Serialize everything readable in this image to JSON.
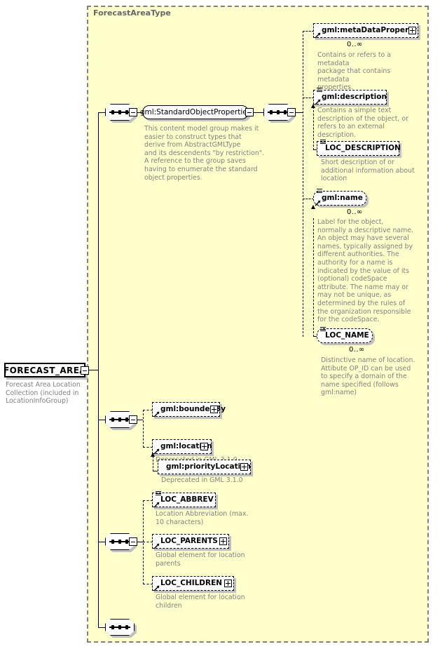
{
  "diagram": {
    "kind": "xml-schema-element-diagram",
    "root_element": {
      "name": "FORECAST_AREA",
      "annotation": "Forecast Area Location\nCollection (included in\nLocationInfoGroup)"
    },
    "type_container": {
      "title": "ForecastAreaType"
    },
    "colors": {
      "type_background": "#ffffcc",
      "type_border": "#808080",
      "box_fill": "#ffffff",
      "box_border": "#000000",
      "shadow": "#c0c0c0",
      "annotation_text": "#808080",
      "title_text": "#666666"
    },
    "nodes": {
      "sequence_1": {
        "icon": "sequence-compositor",
        "cardinality": ""
      },
      "sequence_2": {
        "icon": "sequence-compositor",
        "cardinality": ""
      },
      "sequence_3": {
        "icon": "sequence-compositor",
        "cardinality": ""
      },
      "sequence_4": {
        "icon": "sequence-compositor",
        "cardinality": ""
      },
      "sequence_5": {
        "icon": "sequence-compositor",
        "cardinality": ""
      }
    },
    "group_ref": {
      "label": "gml:StandardObjectProperties",
      "annotation": "This content model group makes it\neasier to construct types that\n     derive from AbstractGMLType\nand its descendents \"by restriction\".\n     A reference to the group saves\nhaving to enumerate the standard\nobject properties."
    },
    "elements": [
      {
        "id": "metaDataProperty",
        "label": "gml:metaDataProperty",
        "cardinality": "0..∞",
        "annotation": "Contains or refers to a metadata\npackage that contains metadata\nproperties.",
        "has_expand": true,
        "has_attr_mark": false,
        "is_ref": true
      },
      {
        "id": "description",
        "label": "gml:description",
        "cardinality": "",
        "annotation": "Contains a simple text\ndescription of the object, or\nrefers to an external\ndescription.",
        "has_expand": false,
        "has_attr_mark": true,
        "is_ref": true
      },
      {
        "id": "loc_description",
        "label": "LOC_DESCRIPTION",
        "cardinality": "",
        "annotation": "Short description of or\nadditional information about\nlocation",
        "has_expand": false,
        "has_attr_mark": true,
        "is_ref": false
      },
      {
        "id": "name",
        "label": "gml:name",
        "cardinality": "0..∞",
        "annotation": "Label for the object,\nnormally a descriptive name.\nAn object may have several\nnames, typically assigned by\ndifferent authorities.  The\nauthority for a name is\nindicated by the value of its\n(optional) codeSpace\nattribute.  The name may or\nmay not be unique, as\ndetermined by the rules of\nthe organization responsible\nfor the codeSpace.",
        "has_expand": false,
        "has_attr_mark": true,
        "is_ref": true
      },
      {
        "id": "loc_name",
        "label": "LOC_NAME",
        "cardinality": "0..∞",
        "annotation": "Distinctive name of location.\nAttibute OP_ID can be used\nto specify a domain of the\nname specified (follows\ngml:name)",
        "has_expand": false,
        "has_attr_mark": true,
        "is_ref": false
      },
      {
        "id": "boundedBy",
        "label": "gml:boundedBy",
        "cardinality": "",
        "annotation": "",
        "has_expand": true,
        "has_attr_mark": false,
        "is_ref": true
      },
      {
        "id": "location",
        "label": "gml:location",
        "cardinality": "",
        "annotation": "Deprecated in GML 3.1.0",
        "has_expand": true,
        "has_attr_mark": false,
        "is_ref": true
      },
      {
        "id": "priorityLocation",
        "label": "gml:priorityLocation",
        "cardinality": "",
        "annotation": "Deprecated in GML 3.1.0",
        "has_expand": true,
        "has_attr_mark": false,
        "is_ref": true
      },
      {
        "id": "loc_abbrev",
        "label": "LOC_ABBREV",
        "cardinality": "",
        "annotation": "Location Abbreviation (max.\n10 characters)",
        "has_expand": false,
        "has_attr_mark": true,
        "is_ref": true
      },
      {
        "id": "loc_parents",
        "label": "LOC_PARENTS",
        "cardinality": "",
        "annotation": "Global element for location\nparents",
        "has_expand": true,
        "has_attr_mark": false,
        "is_ref": true
      },
      {
        "id": "loc_children",
        "label": "LOC_CHILDREN",
        "cardinality": "",
        "annotation": "Global element for location\nchildren",
        "has_expand": true,
        "has_attr_mark": false,
        "is_ref": true
      }
    ]
  }
}
